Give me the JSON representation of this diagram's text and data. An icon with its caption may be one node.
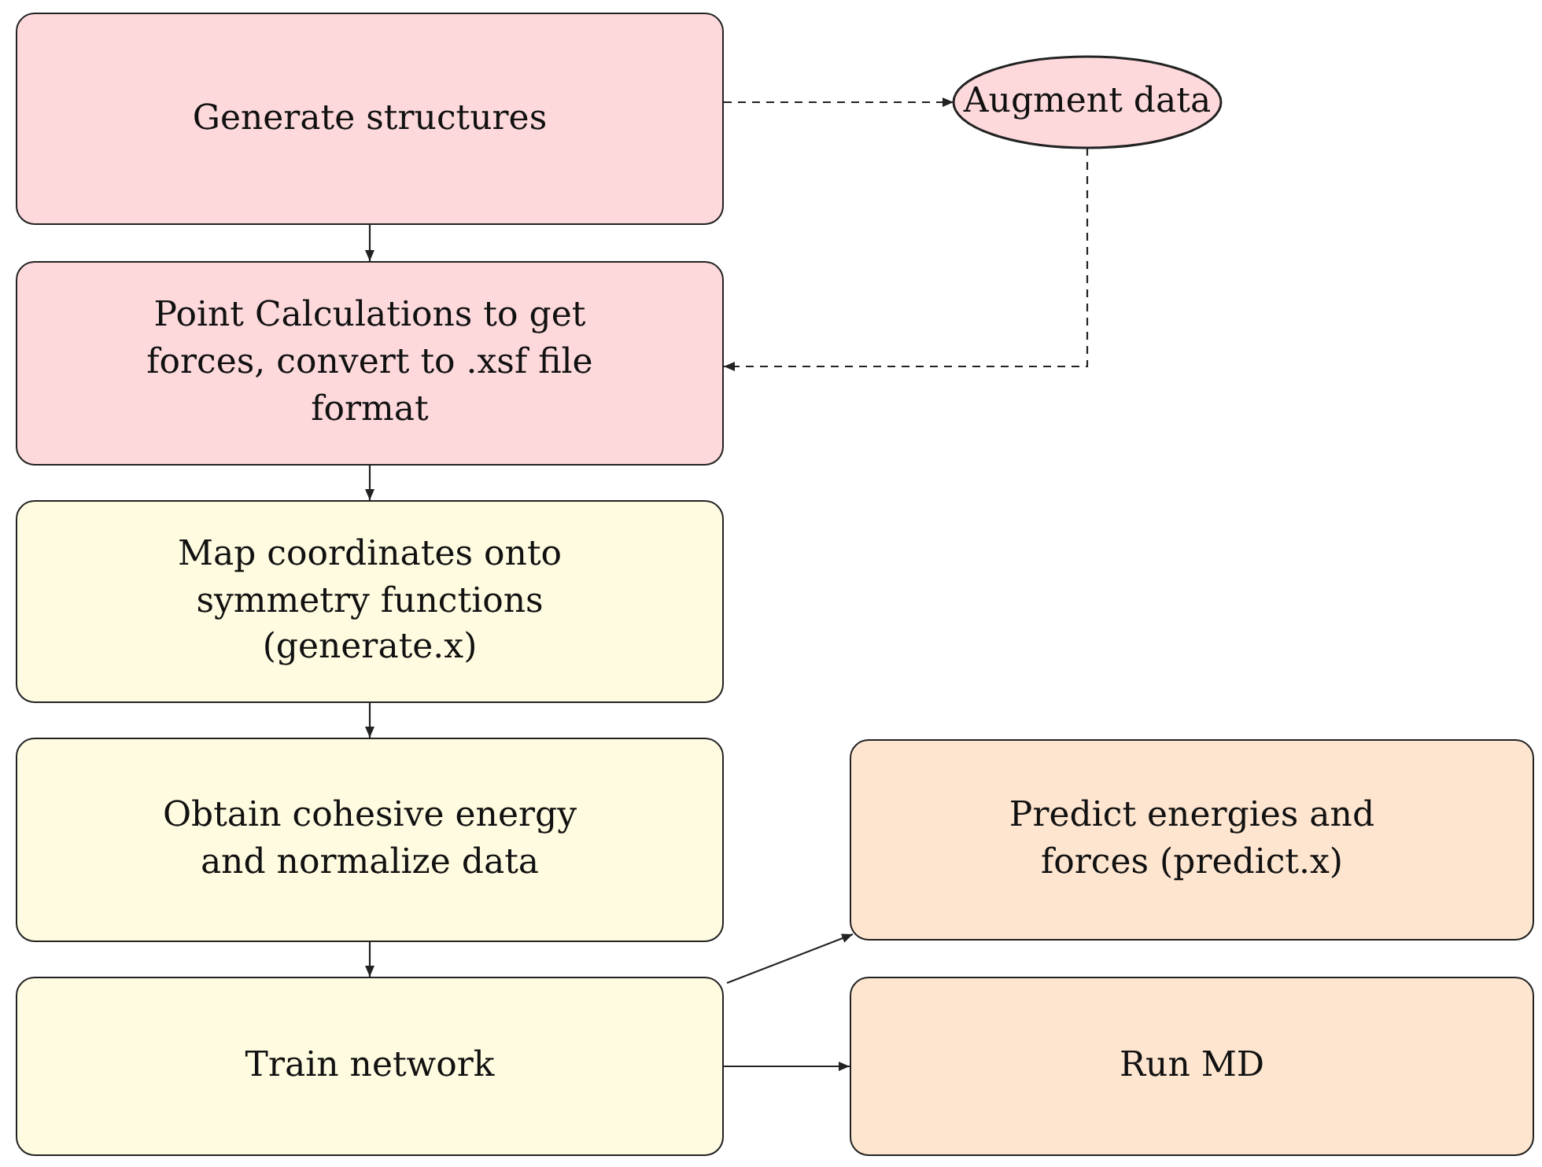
{
  "diagram": {
    "nodes": [
      {
        "text": [
          "Generate structures"
        ]
      },
      {
        "text": [
          "Augment data"
        ]
      },
      {
        "text": [
          "Point Calculations to get forces, convert to .xsf file format"
        ]
      },
      {
        "text": [
          "Map coordinates onto symmetry functions (generate.x)"
        ]
      },
      {
        "text": [
          "Obtain cohesive energy and normalize data"
        ]
      },
      {
        "text": [
          "Train network"
        ]
      },
      {
        "text": [
          "Predict energies and forces (predict.x)"
        ]
      },
      {
        "text": [
          "Run MD"
        ]
      }
    ],
    "edges": [
      {
        "from": 0,
        "to": 1,
        "arrow": "to",
        "style": "dashed"
      },
      {
        "from": 1,
        "to": 2,
        "arrow": "to",
        "style": "dashed"
      },
      {
        "from": 0,
        "to": 2,
        "arrow": "to"
      },
      {
        "from": 2,
        "to": 3,
        "arrow": "to"
      },
      {
        "from": 3,
        "to": 4,
        "arrow": "to"
      },
      {
        "from": 4,
        "to": 5,
        "arrow": "to"
      },
      {
        "from": 5,
        "to": 6,
        "arrow": "to"
      },
      {
        "from": 5,
        "to": 7,
        "arrow": "to"
      }
    ]
  }
}
